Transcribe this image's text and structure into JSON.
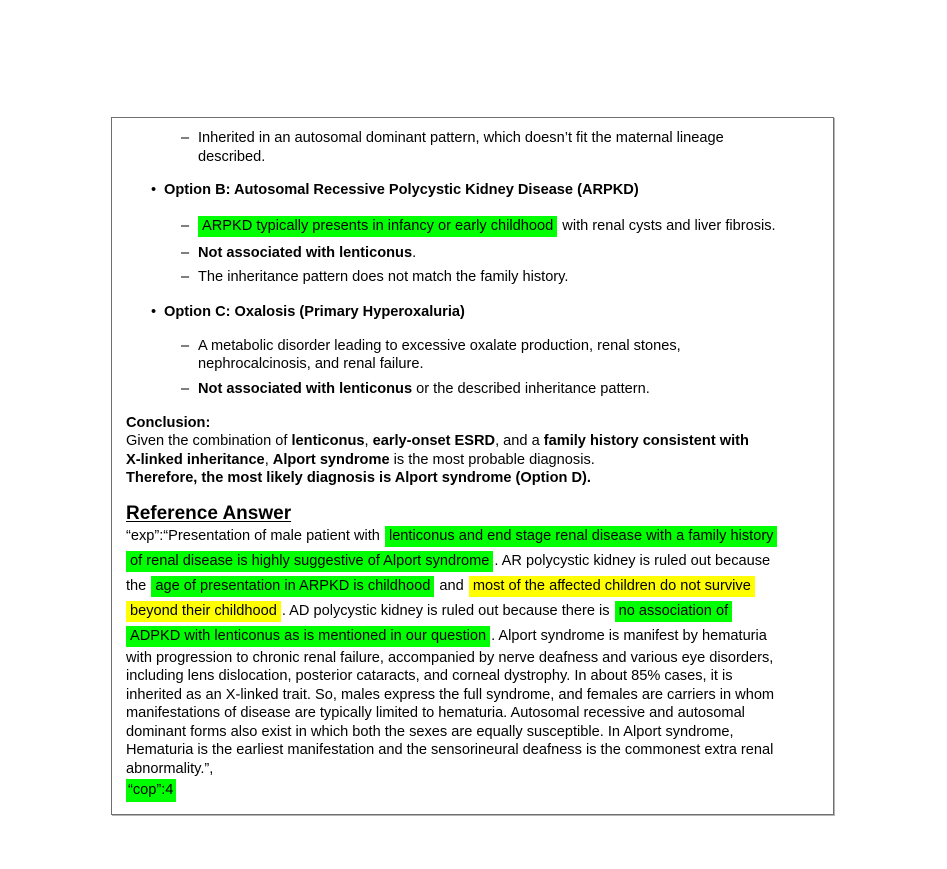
{
  "document": {
    "option_a_tail": {
      "lines": [
        "Inherited in an autosomal dominant pattern, which doesn’t fit the maternal lineage",
        "described."
      ]
    },
    "option_b": {
      "title": "Option B: Autosomal Recessive Polycystic Kidney Disease (ARPKD)",
      "items": [
        {
          "highlight": "ARPKD typically presents in infancy or early childhood",
          "rest": " with renal cysts and liver fibrosis."
        },
        {
          "bold": "Not associated with lenticonus",
          "rest": "."
        },
        {
          "text": "The inheritance pattern does not match the family history."
        }
      ]
    },
    "option_c": {
      "title": "Option C: Oxalosis (Primary Hyperoxaluria)",
      "items": [
        {
          "lines": [
            "A metabolic disorder leading to excessive oxalate production, renal stones,",
            "nephrocalcinosis, and renal failure."
          ]
        },
        {
          "bold": "Not associated with lenticonus",
          "rest": " or the described inheritance pattern."
        }
      ]
    },
    "conclusion": {
      "heading": "Conclusion:",
      "line1": {
        "t1": "Given the combination of ",
        "b1": "lenticonus",
        "t2": ", ",
        "b2": "early-onset ESRD",
        "t3": ", and a ",
        "b3": "family history consistent with"
      },
      "line2": {
        "b1": "X-linked inheritance",
        "t1": ", ",
        "b2": "Alport syndrome",
        "t2": " is the most probable diagnosis."
      },
      "line3": "Therefore, the most likely diagnosis is Alport syndrome (Option D)."
    },
    "reference": {
      "heading": "Reference Answer",
      "r1": {
        "t": "“exp”:“Presentation of male patient with ",
        "g": "lenticonus and end stage renal disease with a family history"
      },
      "r2": {
        "g": "of renal disease is highly suggestive of Alport syndrome",
        "t": ". AR polycystic kidney is ruled out because"
      },
      "r3": {
        "t1": "the ",
        "g": "age of presentation in ARPKD is childhood",
        "t2": " and ",
        "y": "most of the affected children do not survive"
      },
      "r4": {
        "y": "beyond their childhood",
        "t": ". AD polycystic kidney is ruled out because there is ",
        "g": "no association of"
      },
      "r5": {
        "g": "ADPKD with lenticonus as is mentioned in our question",
        "t": ". Alport syndrome is manifest by hematuria"
      },
      "plain_lines": [
        "with progression to chronic renal failure, accompanied by nerve deafness and various eye disorders,",
        "including lens dislocation, posterior cataracts, and corneal dystrophy.  In about 85% cases, it is",
        "inherited as an X-linked trait. So, males express the full syndrome, and females are carriers in whom",
        "manifestations of disease are typically limited to hematuria.  Autosomal recessive and autosomal",
        "dominant forms also exist in which both the sexes are equally susceptible.  In Alport syndrome,",
        "Hematuria is the earliest manifestation and the sensorineural deafness is the commonest extra renal",
        "abnormality.”,"
      ],
      "cop": "“cop”:4"
    },
    "symbols": {
      "bullet": "•",
      "dash": "–"
    },
    "colors": {
      "green_highlight": "#00ff00",
      "yellow_highlight": "#ffff00",
      "frame_border": "#6f6f6f"
    }
  }
}
